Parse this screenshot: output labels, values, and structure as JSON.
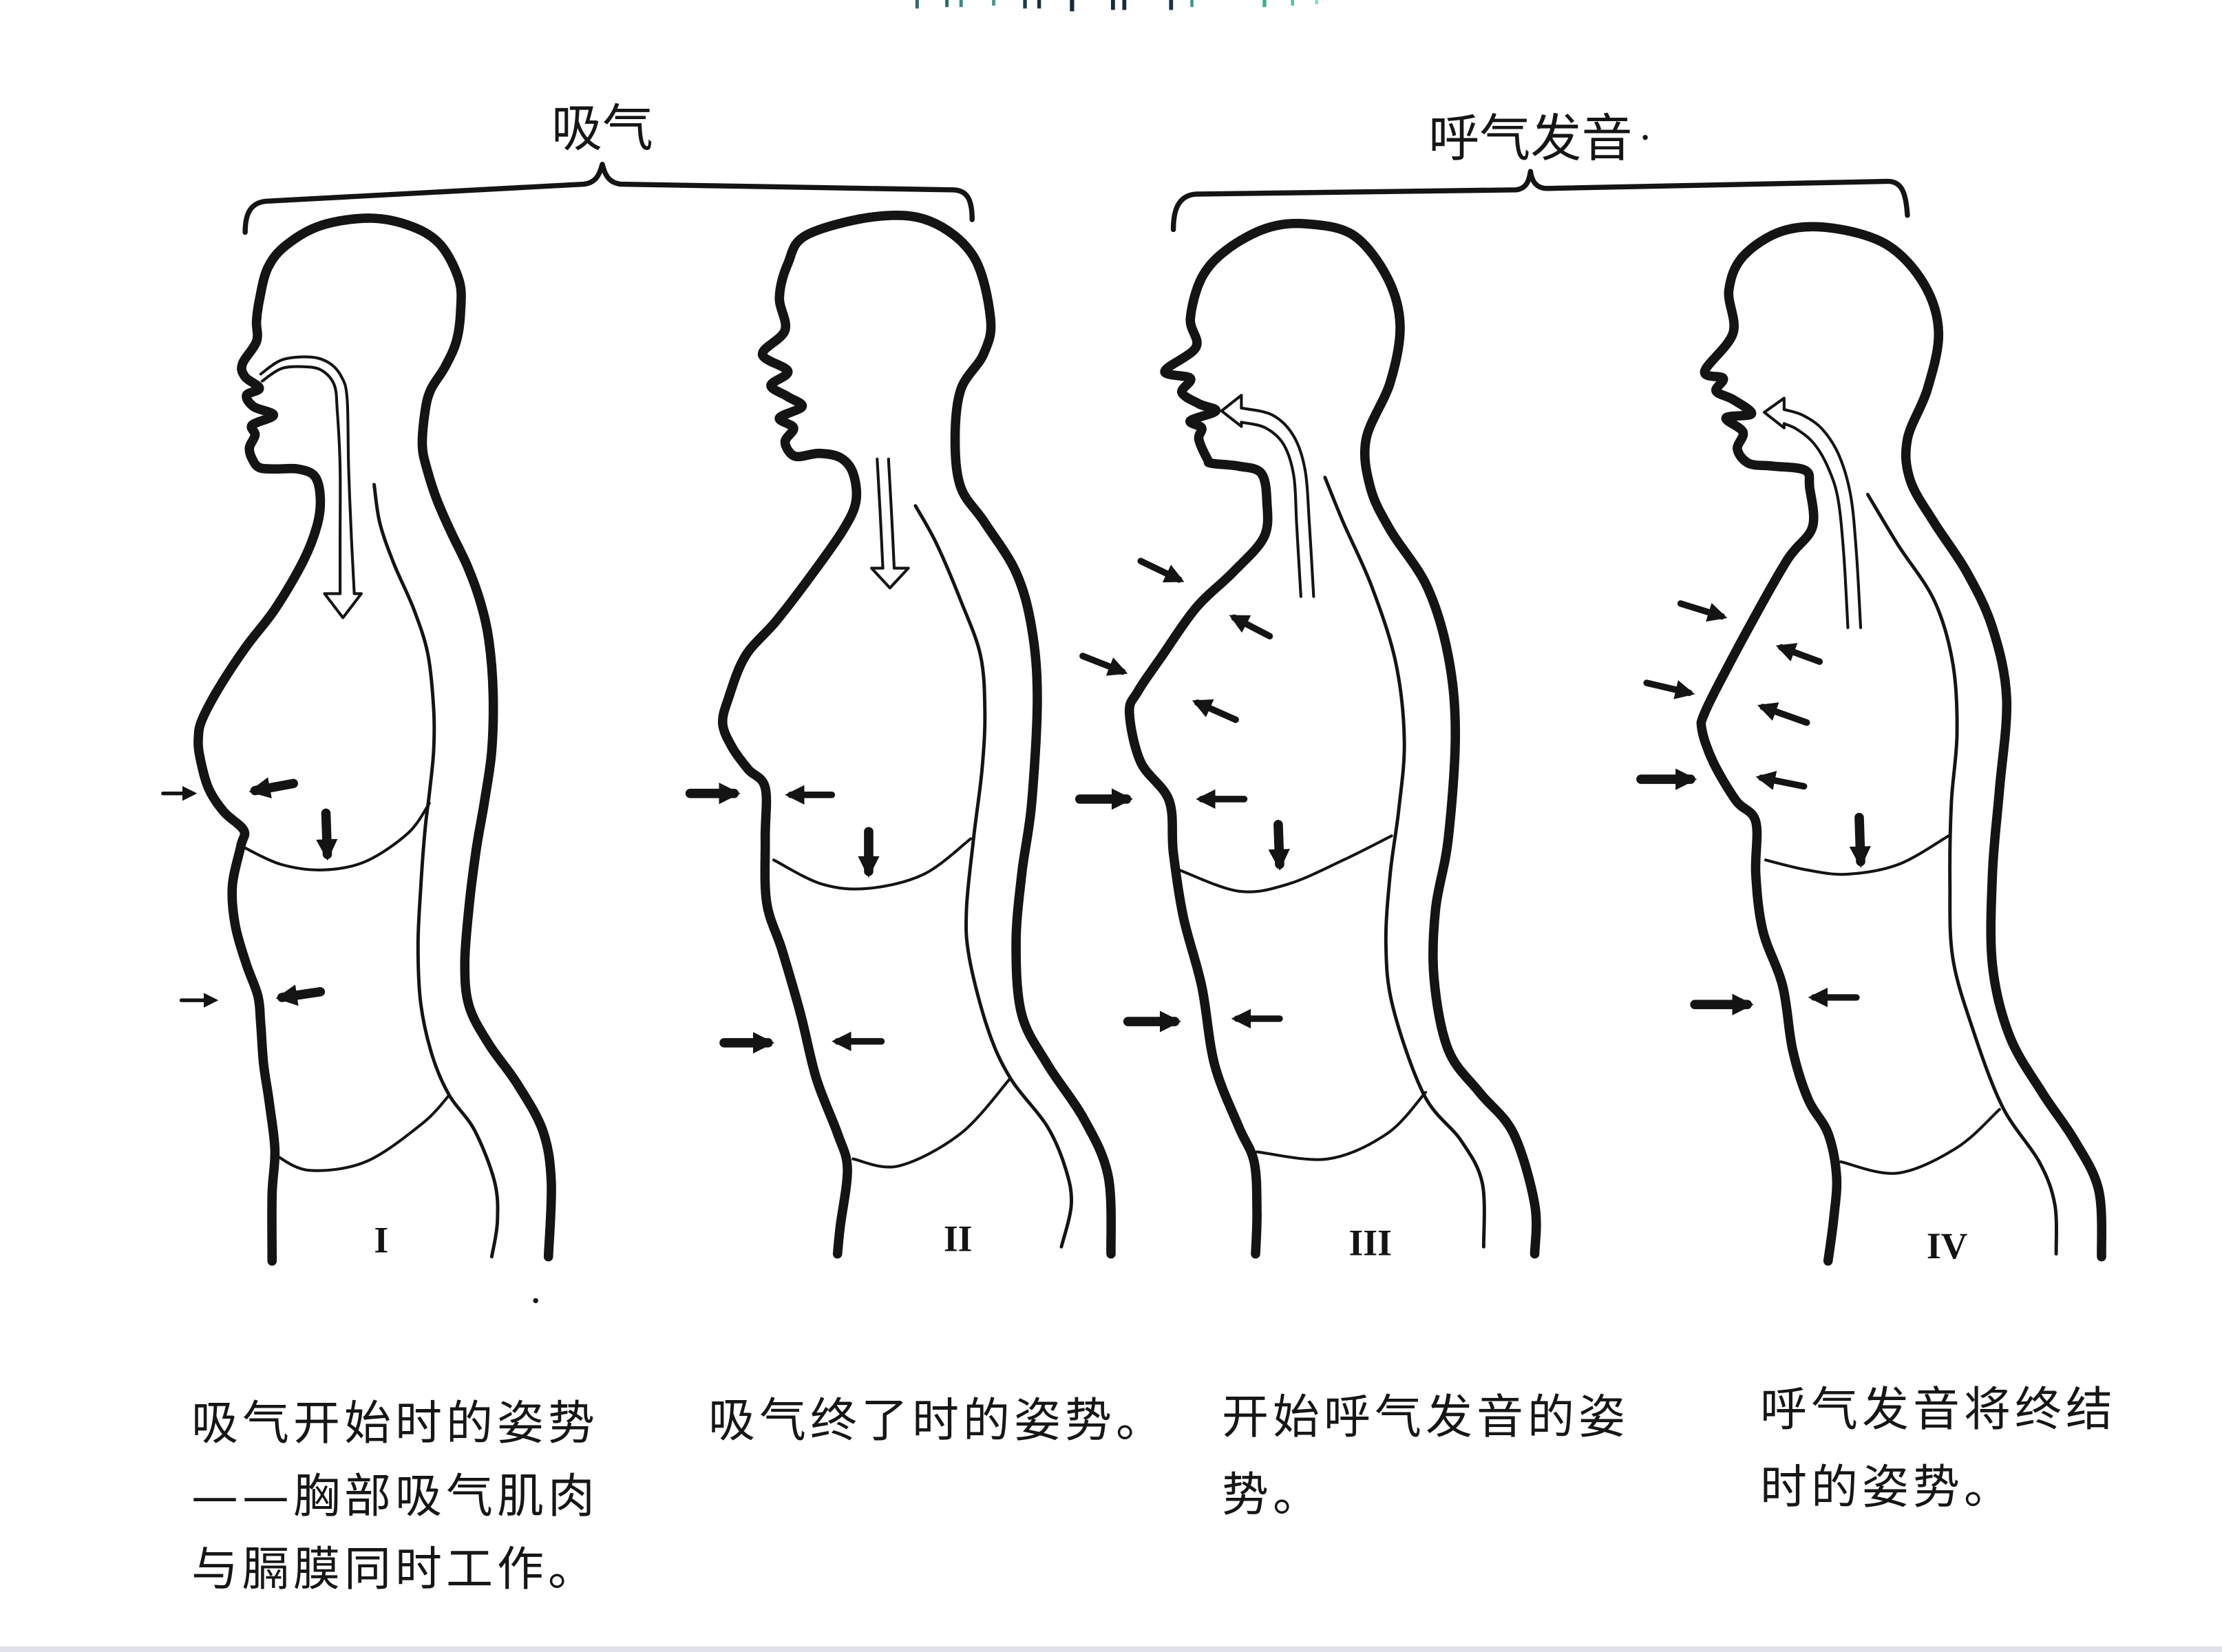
{
  "groups": {
    "inhale": {
      "label": "吸气",
      "covers_figures": [
        "I",
        "II"
      ]
    },
    "exhale": {
      "label": "呼气发音",
      "covers_figures": [
        "III",
        "IV"
      ]
    }
  },
  "figures": [
    {
      "numeral": "I",
      "caption": [
        "吸气开始时的姿势",
        "——胸部吸气肌肉",
        "与膈膜同时工作。"
      ],
      "airflow_arrow": "hollow-arrow-mouth-to-chest-down",
      "pressure_arrows": [
        "right",
        "left",
        "down",
        "right",
        "left"
      ]
    },
    {
      "numeral": "II",
      "caption": [
        "吸气终了时的姿势。"
      ],
      "airflow_arrow": "hollow-arrow-down",
      "pressure_arrows": [
        "right",
        "left",
        "down",
        "right",
        "left"
      ]
    },
    {
      "numeral": "III",
      "caption": [
        "开始呼气发音的姿",
        "势。"
      ],
      "airflow_arrow": "hollow-arrow-up-to-mouth",
      "pressure_arrows": [
        "down-right",
        "up-left",
        "right",
        "up-left",
        "right",
        "left",
        "down",
        "right",
        "left"
      ]
    },
    {
      "numeral": "IV",
      "caption": [
        "呼气发音将终结",
        "时的姿势。"
      ],
      "airflow_arrow": "hollow-arrow-up-to-mouth",
      "pressure_arrows": [
        "down-right",
        "up-left",
        "right",
        "up-left",
        "right",
        "left",
        "down",
        "right",
        "left"
      ]
    }
  ],
  "colors": {
    "ink": "#141414",
    "paper": "#ffffff",
    "header_fragment_teal": "#3fae8a",
    "header_fragment_dark": "#152a40"
  }
}
